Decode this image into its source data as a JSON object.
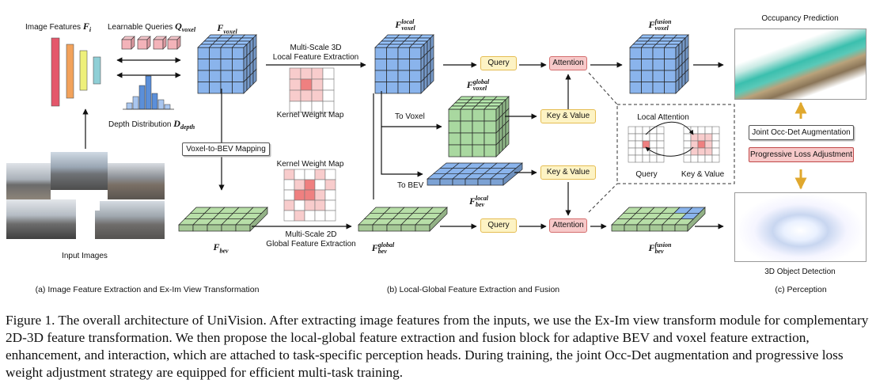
{
  "labels": {
    "image_features": "Image Features",
    "image_features_math": "F",
    "image_features_sub": "i",
    "learnable_queries": "Learnable Queries",
    "learnable_queries_math": "Q",
    "learnable_queries_sub": "voxel",
    "depth_distribution": "Depth Distribution",
    "depth_distribution_math": "D",
    "depth_distribution_sub": "depth",
    "input_images": "Input Images",
    "voxel_to_bev": "Voxel-to-BEV Mapping",
    "ms3d_line1": "Multi-Scale 3D",
    "ms3d_line2": "Local Feature Extraction",
    "kernel_weight_map_top": "Kernel Weight Map",
    "kernel_weight_map_bottom": "Kernel Weight Map",
    "ms2d_line1": "Multi-Scale 2D",
    "ms2d_line2": "Global Feature Extraction",
    "to_voxel": "To Voxel",
    "to_bev": "To BEV",
    "query_top": "Query",
    "query_bottom": "Query",
    "attention_top": "Attention",
    "attention_bottom": "Attention",
    "key_value_top": "Key & Value",
    "key_value_bottom": "Key & Value",
    "local_attention": "Local Attention",
    "la_query": "Query",
    "la_key_value": "Key & Value",
    "occupancy_prediction": "Occupancy Prediction",
    "joint_aug": "Joint Occ-Det Augmentation",
    "progressive_loss": "Progressive Loss Adjustment",
    "object_detection": "3D Object Detection"
  },
  "features": {
    "f_voxel": {
      "base": "F",
      "sub": "voxel"
    },
    "f_bev": {
      "base": "F",
      "sub": "bev"
    },
    "f_voxel_local": {
      "base": "F",
      "sup": "local",
      "sub": "voxel"
    },
    "f_voxel_global": {
      "base": "F",
      "sup": "global",
      "sub": "voxel"
    },
    "f_bev_local": {
      "base": "F",
      "sup": "local",
      "sub": "bev"
    },
    "f_bev_global": {
      "base": "F",
      "sup": "global",
      "sub": "bev"
    },
    "f_voxel_fusion": {
      "base": "F",
      "sup": "fusion",
      "sub": "voxel"
    },
    "f_bev_fusion": {
      "base": "F",
      "sup": "fusion",
      "sub": "bev"
    }
  },
  "sections": {
    "a": "(a) Image Feature Extraction and Ex-Im View Transformation",
    "b": "(b) Local-Global Feature Extraction and Fusion",
    "c": "(c) Perception"
  },
  "caption": "Figure 1. The overall architecture of UniVision. After extracting image features from the inputs, we use the Ex-Im view transform module for complementary 2D-3D feature transformation. We then propose the local-global feature extraction and fusion block for adaptive BEV and voxel feature extraction, enhancement, and interaction, which are attached to task-specific perception heads. During training, the joint Occ-Det augmentation and progressive loss weight adjustment strategy are equipped for efficient multi-task training.",
  "colors": {
    "voxel_blue": "#8ab4ec",
    "bev_green": "#b8dfa8",
    "global_green": "#a9d8a0",
    "query_yellow": "#fdf3c4",
    "attention_pink": "#f7c9c9",
    "kernel_red": "#ef8080",
    "kernel_pink": "#f8cccc"
  }
}
